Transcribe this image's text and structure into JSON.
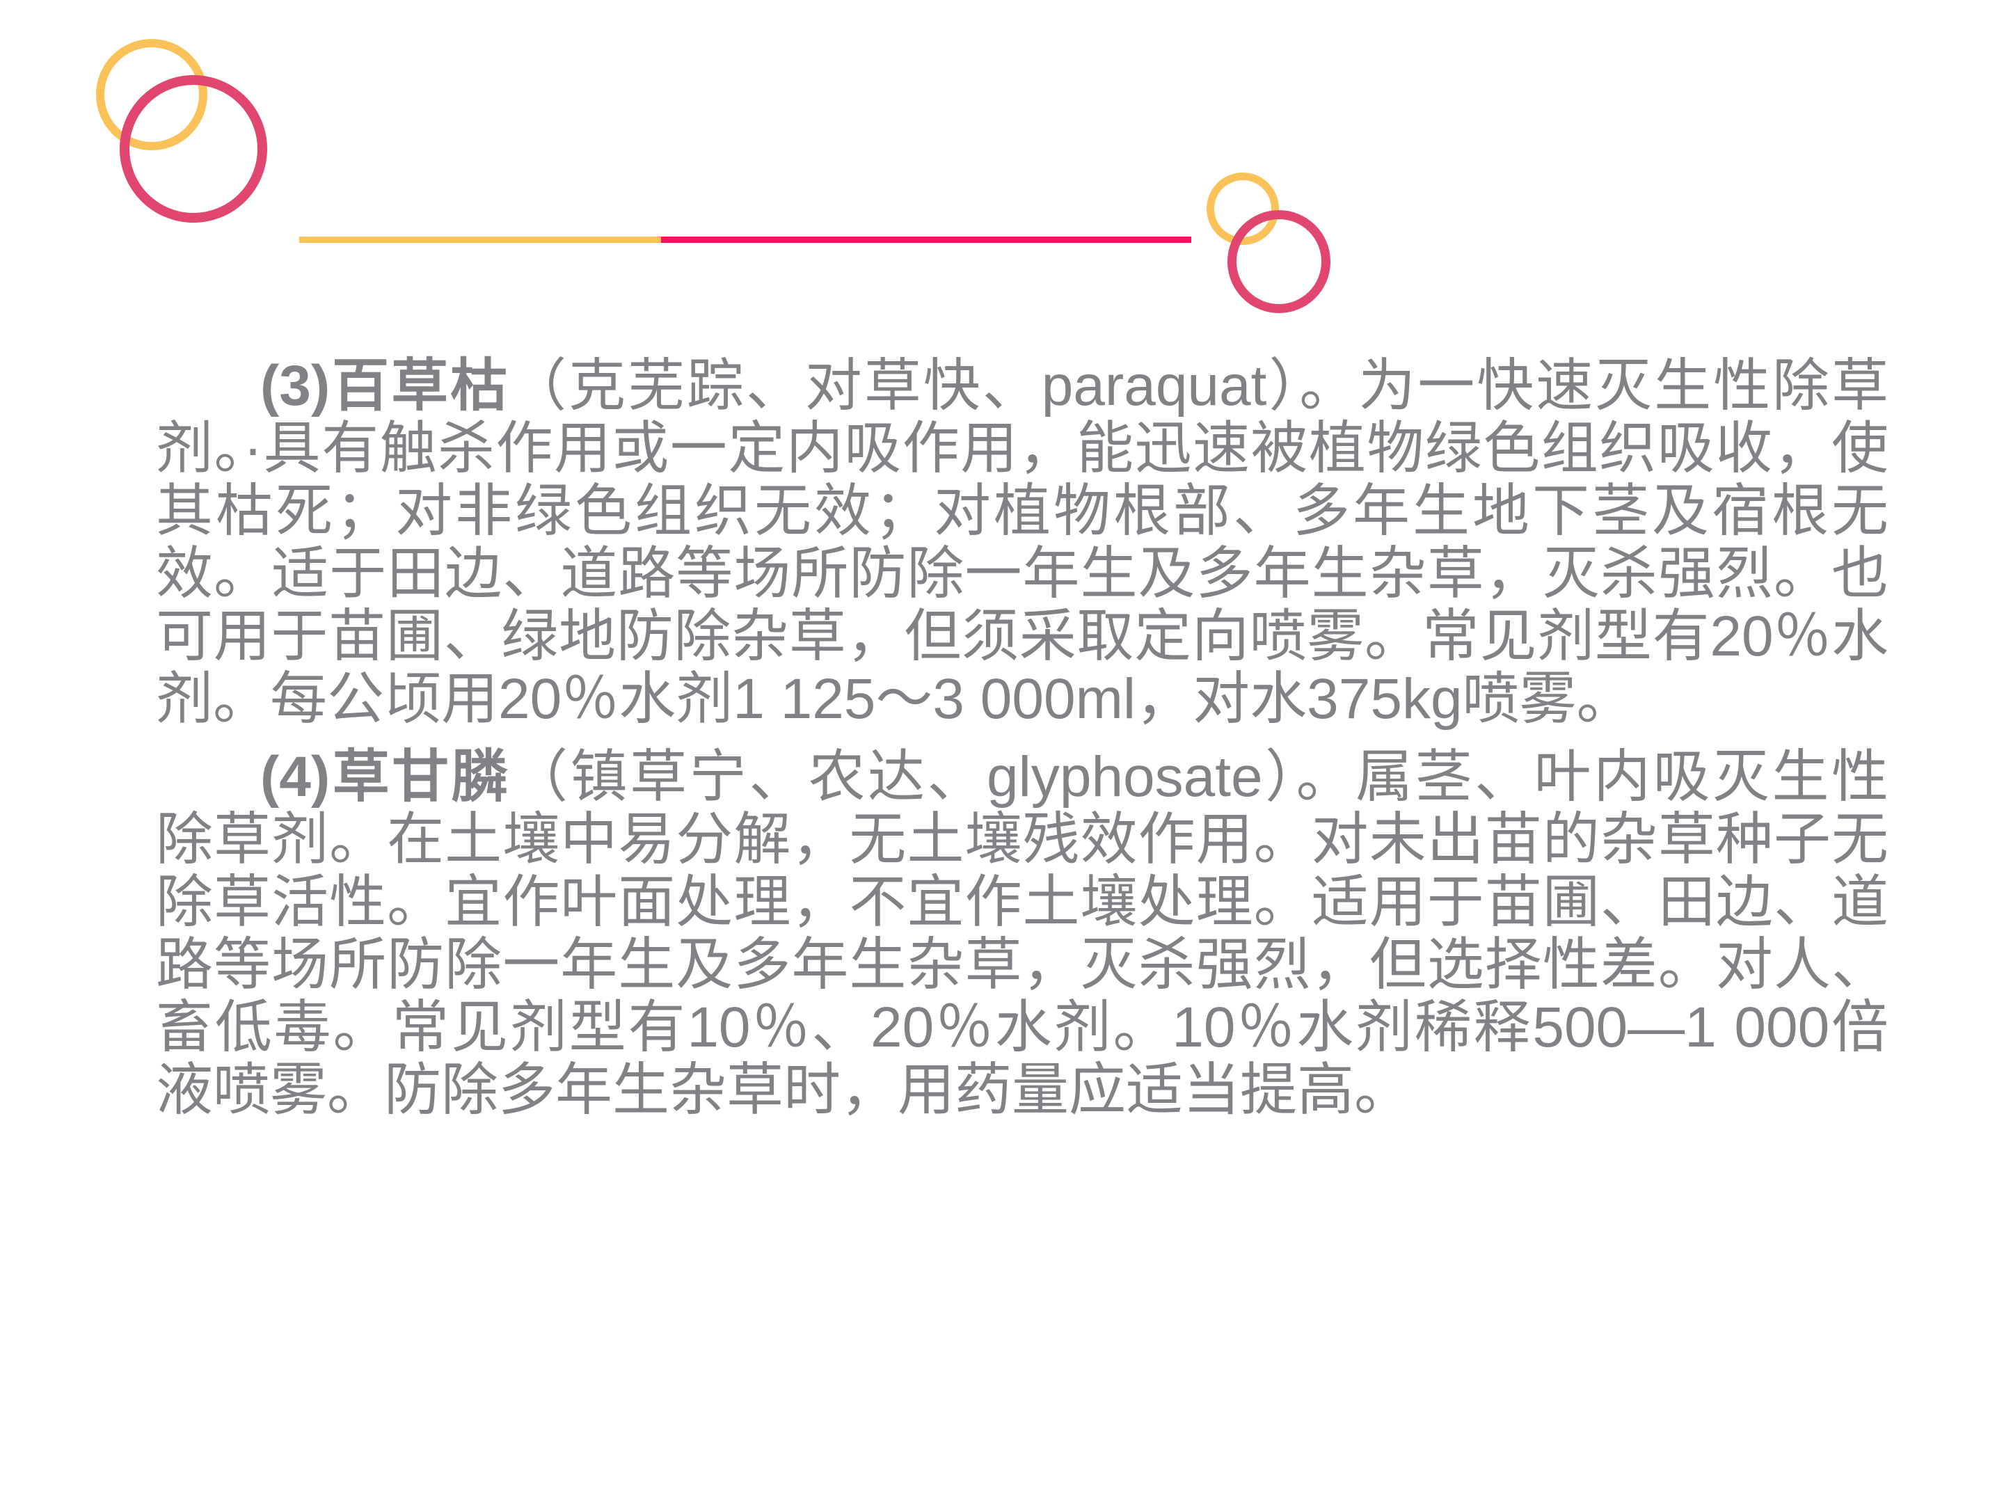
{
  "slide": {
    "background_color": "#ffffff",
    "text_color": "#808285"
  },
  "decoration": {
    "name": "header-ornament",
    "colors": {
      "yellow": "#fbc25a",
      "pink": "#e0466f",
      "crimson": "#f0165e"
    },
    "rings": [
      {
        "name": "left-yellow-ring",
        "color": "#fbc25a"
      },
      {
        "name": "left-pink-ring",
        "color": "#e0466f"
      },
      {
        "name": "right-yellow-ring",
        "color": "#fbc25a"
      },
      {
        "name": "right-pink-ring",
        "color": "#e0466f"
      }
    ],
    "rule": {
      "left_segment_color": "#fbc25a",
      "right_segment_color": "#f0165e"
    }
  },
  "content": {
    "paragraphs": [
      {
        "id": "item-3-paraquat",
        "number": "(3)",
        "term": "百草枯",
        "body": "（克芜踪、对草快、paraquat）。为一快速灭生性除草剂。·具有触杀作用或一定内吸作用，能迅速被植物绿色组织吸收，使其枯死；对非绿色组织无效；对植物根部、多年生地下茎及宿根无效。适于田边、道路等场所防除一年生及多年生杂草，灭杀强烈。也可用于苗圃、绿地防除杂草，但须采取定向喷雾。常见剂型有20％水剂。每公顷用20％水剂1 125～3 000ml，对水375kg喷雾。"
      },
      {
        "id": "item-4-glyphosate",
        "number": "(4)",
        "term": "草甘膦",
        "body": "（镇草宁、农达、glyphosate）。属茎、叶内吸灭生性除草剂。在土壤中易分解，无土壤残效作用。对未出苗的杂草种子无除草活性。宜作叶面处理，不宜作土壤处理。适用于苗圃、田边、道路等场所防除一年生及多年生杂草，灭杀强烈，但选择性差。对人、畜低毒。常见剂型有10％、20％水剂。10％水剂稀释500—1 000倍液喷雾。防除多年生杂草时，用药量应适当提高。"
      }
    ]
  }
}
